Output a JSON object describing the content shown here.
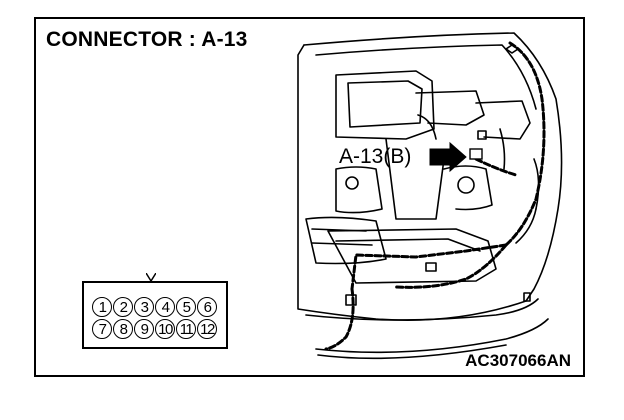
{
  "title": "CONNECTOR : A-13",
  "callout_label": "A-13(B)",
  "figure_code": "AC307066AN",
  "connector": {
    "row1": [
      "1",
      "2",
      "3",
      "4",
      "5",
      "6"
    ],
    "row2": [
      "7",
      "8",
      "9",
      "10",
      "11",
      "12"
    ]
  }
}
